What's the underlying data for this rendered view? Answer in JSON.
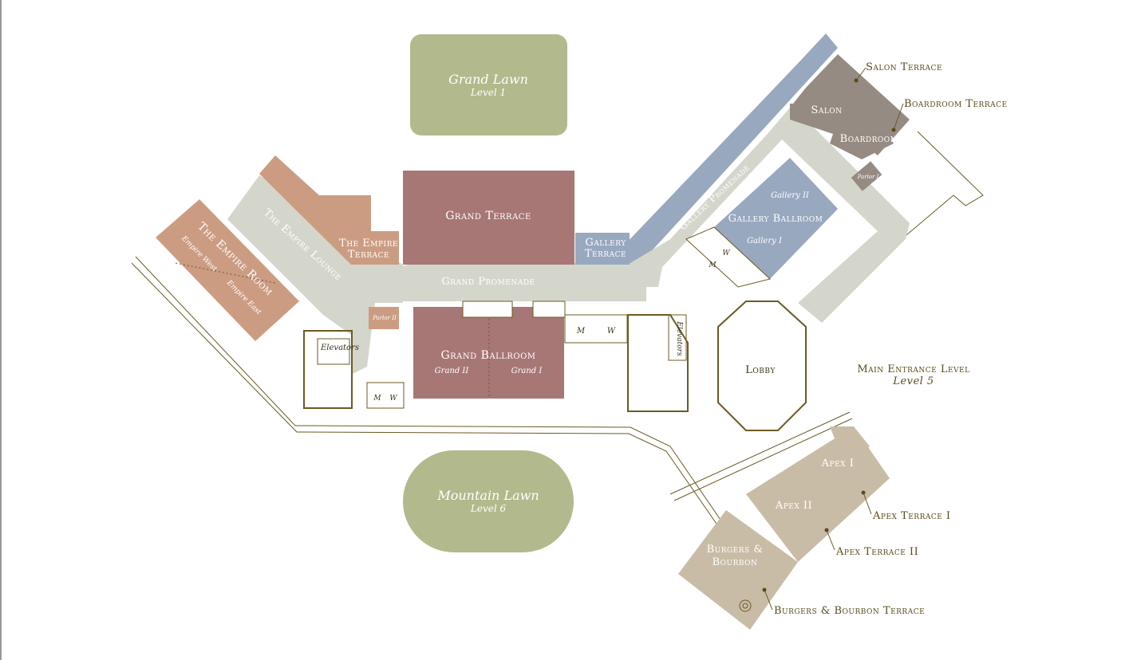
{
  "lawns": {
    "grand": {
      "name": "Grand Lawn",
      "level": "Level 1"
    },
    "mountain": {
      "name": "Mountain Lawn",
      "level": "Level 6"
    }
  },
  "rooms": {
    "salon_terrace": "Salon Terrace",
    "boardroom_terrace": "Boardroom Terrace",
    "salon": "Salon",
    "boardroom": "Boardroom",
    "parlor_i": "Parlor I",
    "gallery_promenade": "Gallery Promenade",
    "gallery_ii": "Gallery II",
    "gallery_ballroom": "Gallery Ballroom",
    "gallery_i": "Gallery I",
    "gallery_terrace_1": "Gallery",
    "gallery_terrace_2": "Terrace",
    "grand_terrace": "Grand Terrace",
    "grand_promenade": "Grand Promenade",
    "empire_terrace_1": "The Empire",
    "empire_terrace_2": "Terrace",
    "empire_lounge": "The Empire Lounge",
    "empire_room": "The Empire Room",
    "empire_west": "Empire West",
    "empire_east": "Empire East",
    "parlor_ii": "Parlor II",
    "elevators_left": "Elevators",
    "elevators_mid": "Elevators",
    "grand_ballroom": "Grand Ballroom",
    "grand_ii": "Grand II",
    "grand_i": "Grand I",
    "lobby": "Lobby",
    "main_entrance": "Main Entrance Level",
    "main_entrance_level": "Level 5",
    "apex_i": "Apex I",
    "apex_ii": "Apex II",
    "apex_terrace_i": "Apex Terrace I",
    "apex_terrace_ii": "Apex Terrace II",
    "burgers_1": "Burgers &",
    "burgers_2": "Bourbon",
    "burgers_terrace": "Burgers & Bourbon Terrace"
  },
  "restrooms": {
    "m": "M",
    "w": "W"
  },
  "colors": {
    "lawn": "#b2b98c",
    "corridor": "#d4d6cc",
    "empire": "#cc9c82",
    "grand": "#a77775",
    "gallery": "#98a8bf",
    "salon": "#958b83",
    "apex": "#c9bca6",
    "wall": "#6b5a22"
  }
}
